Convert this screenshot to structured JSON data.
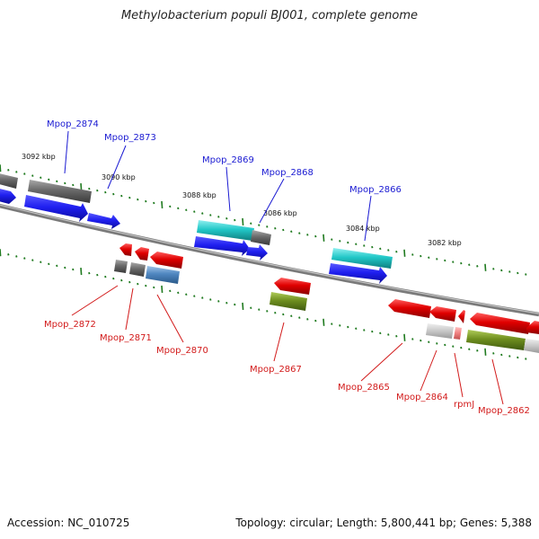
{
  "title": "Methylobacterium populi BJ001, complete genome",
  "footer": {
    "accession": "Accession: NC_010725",
    "topology": "Topology: circular; Length: 5,800,441 bp; Genes: 5,388"
  },
  "colors": {
    "forward_label": "#1a1ad2",
    "reverse_label": "#d21a1a",
    "backbone": "#888888",
    "ticks": "#1f7a1f",
    "cds": "#e00000",
    "cds_forward": "#1f1ff0",
    "gene": "#6a6a6a",
    "rna": "#22c8c8",
    "operon": "#6f8f1f",
    "misc": "#4f86c0",
    "pale": "#c8c8c8"
  },
  "kbp_labels": [
    "3092 kbp",
    "3090 kbp",
    "3088 kbp",
    "3086 kbp",
    "3084 kbp",
    "3082 kbp"
  ],
  "forward_genes": [
    "Mpop_2874",
    "Mpop_2873",
    "Mpop_2869",
    "Mpop_2868",
    "Mpop_2866"
  ],
  "reverse_genes": [
    "Mpop_2872",
    "Mpop_2871",
    "Mpop_2870",
    "Mpop_2867",
    "Mpop_2865",
    "Mpop_2864",
    "rpmJ",
    "Mpop_2862"
  ]
}
